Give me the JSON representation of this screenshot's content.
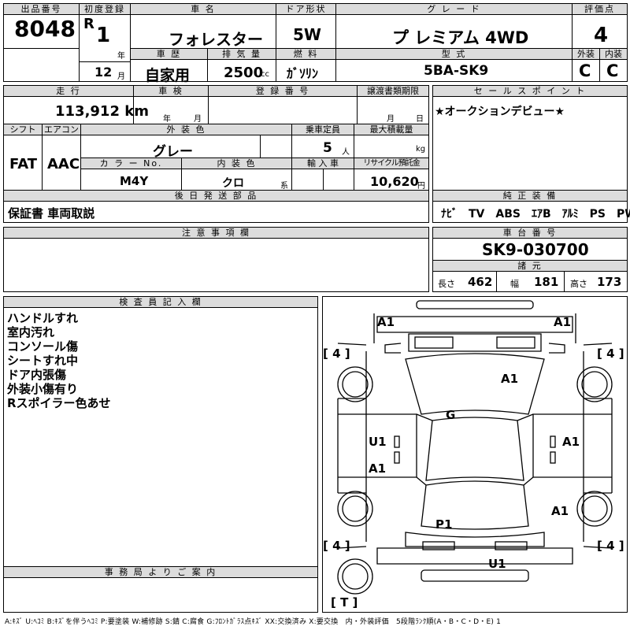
{
  "header": {
    "lot_label": "出品番号",
    "lot": "8048",
    "reg_label": "初度登録",
    "era": "R",
    "reg_year": "1",
    "year_unit": "年",
    "reg_month": "12",
    "month_unit": "月",
    "name_label": "車 名",
    "name": "フォレスター",
    "history_label": "車 歴",
    "history": "自家用",
    "displacement_label": "排 気 量",
    "displacement": "2500",
    "cc_unit": "cc",
    "door_label": "ドア形状",
    "door": "5W",
    "fuel_label": "燃 料",
    "fuel": "ｶﾞｿﾘﾝ",
    "grade_label": "グ レ ー ド",
    "grade": "プ レミアム 4WD",
    "model_label": "型 式",
    "model": "5BA-SK9",
    "score_label": "評価点",
    "score": "4",
    "ext_label": "外装",
    "ext": "C",
    "int_label": "内装",
    "int": "C"
  },
  "row2": {
    "mileage_label": "走 行",
    "mileage": "113,912 km",
    "inspection_label": "車 検",
    "inspection_year": "年",
    "inspection_month": "月",
    "regno_label": "登 録 番 号",
    "transfer_label": "譲渡書類期限",
    "transfer_month": "月",
    "transfer_day": "日",
    "shift_label": "シフト",
    "shift": "FAT",
    "ac_label": "エアコン",
    "ac": "AAC",
    "color_label": "外 装 色",
    "color": "グレー",
    "colorno_label": "カ ラ ー No.",
    "colorno": "M4Y",
    "interior_label": "内 装 色",
    "interior": "クロ",
    "interior_suffix": "系",
    "capacity_label": "乗車定員",
    "capacity": "5",
    "capacity_unit": "人",
    "maxload_label": "最大積載量",
    "maxload_unit": "kg",
    "import_label": "輸 入 車",
    "recycle_label": "リサイクル預託金",
    "recycle": "10,620",
    "recycle_unit": "円",
    "later_label": "後 日 発 送 部 品",
    "later": "保証書 車両取説"
  },
  "sales": {
    "label": "セ ー ル ス ポ イ ン ト",
    "text": "★オークションデビュー★"
  },
  "equipment": {
    "label": "純 正 装 備",
    "items": "ﾅﾋﾞ　TV　ABS　ｴｱB　ｱﾙﾐ　PS　PW"
  },
  "caution": {
    "label": "注 意 事 項 欄"
  },
  "chassis": {
    "label": "車 台 番 号",
    "number": "SK9-030700",
    "spec_label": "諸 元",
    "length_label": "長さ",
    "length": "462",
    "width_label": "幅",
    "width": "181",
    "height_label": "高さ",
    "height": "173"
  },
  "inspector": {
    "label": "検 査 員 記 入 欄",
    "notes": [
      "ハンドルすれ",
      "室内汚れ",
      "コンソール傷",
      "シートすれ中",
      "ドア内張傷",
      "外装小傷有り",
      "Rスポイラー色あせ"
    ]
  },
  "office": {
    "label": "事 務 局 よ り ご 案 内"
  },
  "diagram": {
    "marks": [
      "A1",
      "A1",
      "A1",
      "G",
      "U1",
      "A1",
      "A1",
      "P1",
      "A1",
      "U1"
    ],
    "tires": [
      "[ 4 ]",
      "[ 4 ]",
      "[ 4 ]",
      "[ 4 ]",
      "[ T ]"
    ]
  },
  "legend": "A:ｷｽﾞ U:ﾍｺﾐ B:ｷｽﾞを伴うﾍｺﾐ P:要塗装 W:補修跡 S:錆 C:腐食 G:ﾌﾛﾝﾄｶﾞﾗｽ点ｷｽﾞ XX:交換済み X:要交換　内・外装評価　5段階ﾗﾝｸ順(A・B・C・D・E) 1"
}
